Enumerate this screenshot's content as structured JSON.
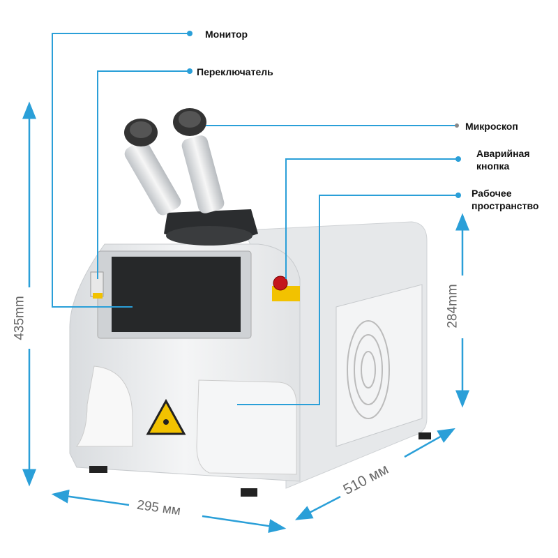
{
  "callouts": {
    "monitor": "Монитор",
    "switch": "Переключатель",
    "microscope": "Микроскоп",
    "emergency_line1": "Аварийная",
    "emergency_line2": "кнопка",
    "workspace_line1": "Рабочее",
    "workspace_line2": "пространство"
  },
  "dimensions": {
    "height": "435mm",
    "inner_height": "284mm",
    "width": "295 мм",
    "depth": "510 мм"
  },
  "colors": {
    "accent": "#2a9fd8",
    "body": "#eceef0",
    "warning": "#f2c200"
  }
}
